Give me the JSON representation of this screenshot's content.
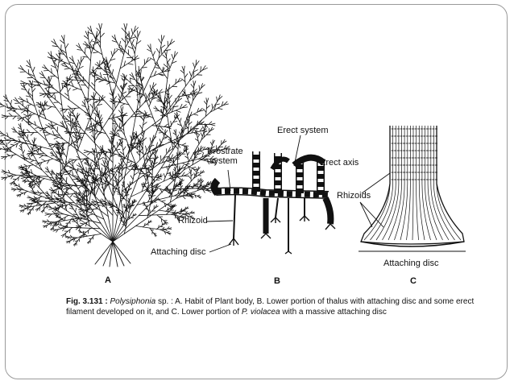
{
  "figure": {
    "labels": {
      "erect_system": "Erect system",
      "prostrate_system_l1": "Prostrate",
      "prostrate_system_l2": "system",
      "erect_axis": "Erect axis",
      "rhizoids": "Rhizoids",
      "rhizoid": "Rhizoid",
      "attaching_disc_b": "Attaching disc",
      "attaching_disc_c": "Attaching disc"
    },
    "panels": {
      "a": "A",
      "b": "B",
      "c": "C"
    }
  },
  "caption": {
    "fig_number": "Fig. 3.131 :",
    "genus": "Polysiphonia",
    "line1_rest": " sp. : A. Habit of Plant body, B. Lower portion of thalus with attaching disc and some erect",
    "line2_pre": "filament developed on it, and C. Lower portion of ",
    "species": "P. violacea",
    "line2_post": " with a massive attaching disc"
  },
  "colors": {
    "ink": "#111111",
    "border": "#9a9a9a"
  }
}
